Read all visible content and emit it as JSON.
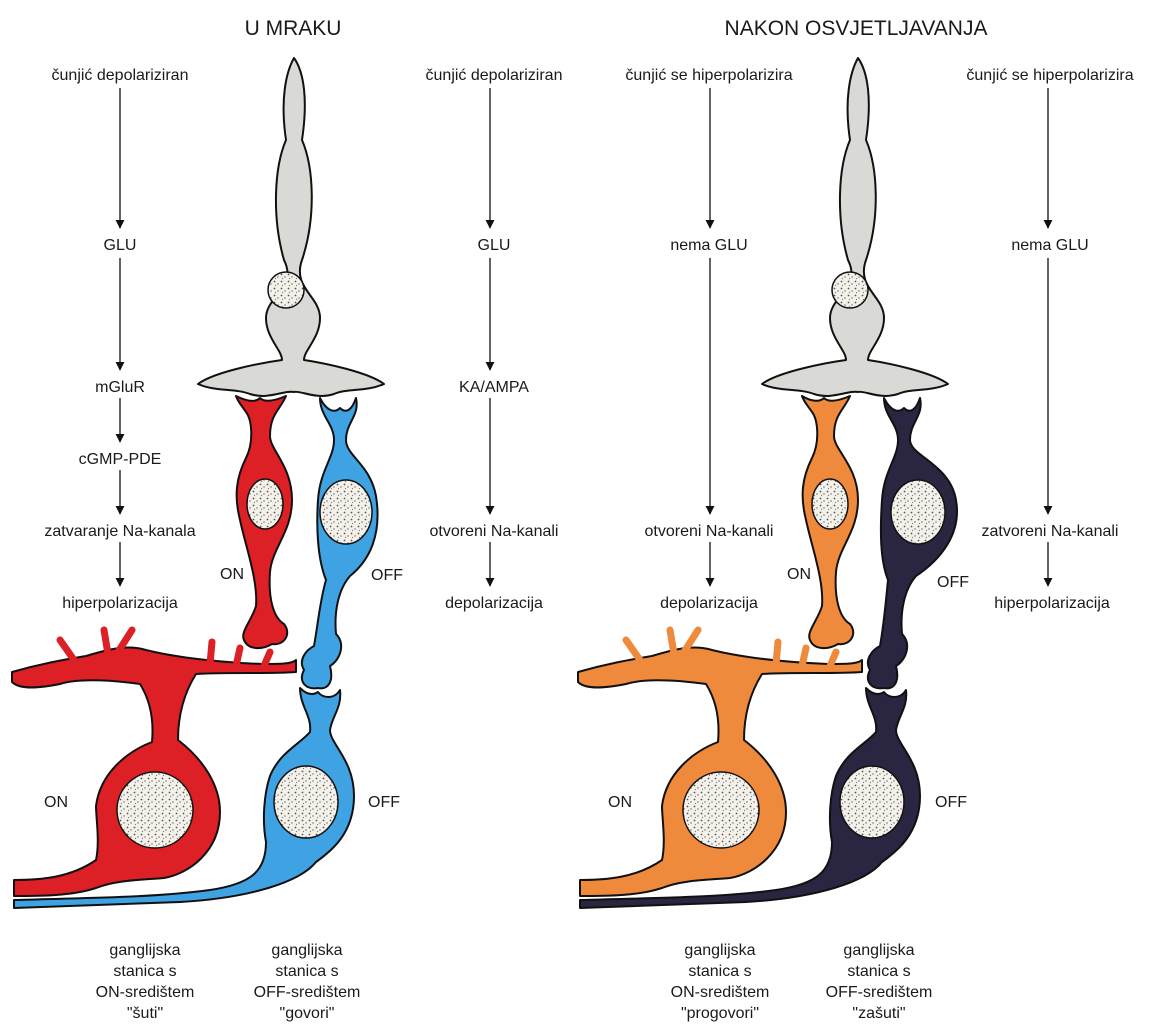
{
  "left_panel": {
    "title": "U MRAKU",
    "on_path": [
      "čunjić depolariziran",
      "GLU",
      "mGluR",
      "cGMP-PDE",
      "zatvaranje Na-kanala",
      "hiperpolarizacija"
    ],
    "off_path": [
      "čunjić depolariziran",
      "GLU",
      "KA/AMPA",
      "otvoreni Na-kanali",
      "depolarizacija"
    ],
    "bipolar_on_label": "ON",
    "bipolar_off_label": "OFF",
    "ganglion_on_label": "ON",
    "ganglion_off_label": "OFF",
    "caption_on": [
      "ganglijska",
      "stanica s",
      "ON-središtem",
      "\"šuti\""
    ],
    "caption_off": [
      "ganglijska",
      "stanica s",
      "OFF-središtem",
      "\"govori\""
    ]
  },
  "right_panel": {
    "title": "NAKON OSVJETLJAVANJA",
    "on_path": [
      "čunjić se hiperpolarizira",
      "nema GLU",
      "otvoreni Na-kanali",
      "depolarizacija"
    ],
    "off_path": [
      "čunjić se hiperpolarizira",
      "nema GLU",
      "zatvoreni Na-kanali",
      "hiperpolarizacija"
    ],
    "bipolar_on_label": "ON",
    "bipolar_off_label": "OFF",
    "ganglion_on_label": "ON",
    "ganglion_off_label": "OFF",
    "caption_on": [
      "ganglijska",
      "stanica s",
      "ON-središtem",
      "\"progovori\""
    ],
    "caption_off": [
      "ganglijska",
      "stanica s",
      "OFF-središtem",
      "\"zašuti\""
    ]
  },
  "colors": {
    "cone": "#d9d9d6",
    "dark_on": "#dd1f26",
    "dark_off": "#3fa3e3",
    "light_on": "#ef8a3c",
    "light_off": "#2a2540",
    "outline": "#111111",
    "nucleus": "#f4f1ea"
  }
}
